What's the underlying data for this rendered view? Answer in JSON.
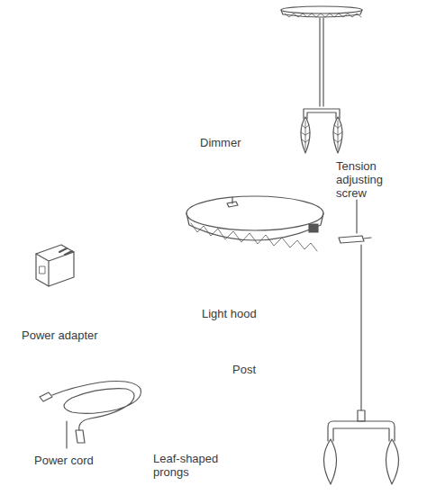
{
  "diagram": {
    "labels": [
      "Dimmer",
      "Tension adjusting screw",
      "Light hood",
      "Power adapter",
      "Post",
      "Leaf-shaped prongs",
      "Power cord"
    ]
  }
}
